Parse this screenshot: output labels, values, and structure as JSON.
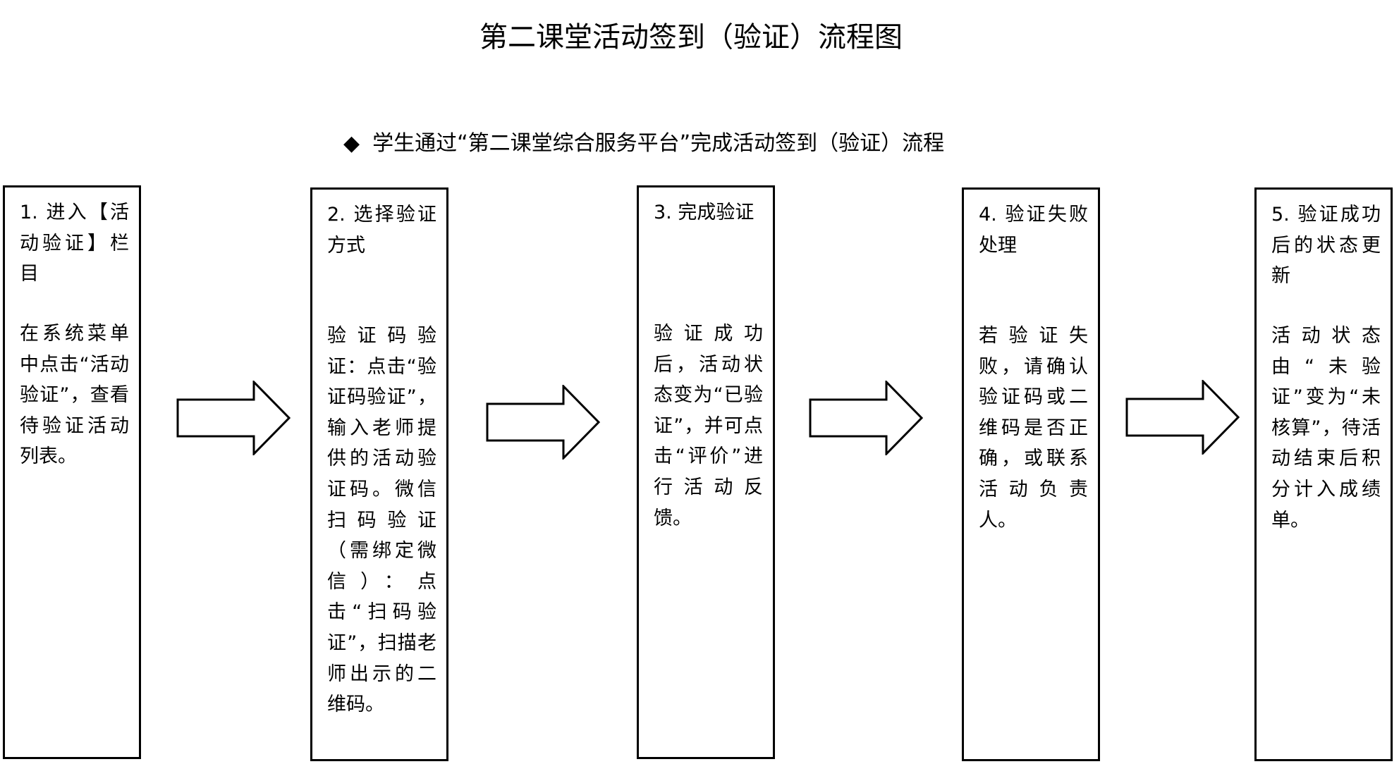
{
  "title": "第二课堂活动签到（验证）流程图",
  "subtitle": {
    "bullet": "◆",
    "text": "学生通过“第二课堂综合服务平台”完成活动签到（验证）流程"
  },
  "steps": [
    {
      "heading": "1. 进入【活动验证】栏目",
      "body": "在系统菜单中点击“活动验证”，查看待验证活动列表。"
    },
    {
      "heading": "2. 选择验证方式",
      "body": "验证码验证：点击“验证码验证”，输入老师提供的活动验证码。微信扫码验证（需绑定微信）：点击“扫码验证”，扫描老师出示的二维码。"
    },
    {
      "heading": "3. 完成验证",
      "body": "验证成功后，活动状态变为“已验证”，并可点击“评价”进行活动反馈。"
    },
    {
      "heading": "4. 验证失败处理",
      "body": "若验证失败，请确认验证码或二维码是否正确，或联系活动负责人。"
    },
    {
      "heading": "5. 验证成功后的状态更新",
      "body": "活动状态由“未验证”变为“未核算”，待活动结束后积分计入成绩单。"
    }
  ]
}
